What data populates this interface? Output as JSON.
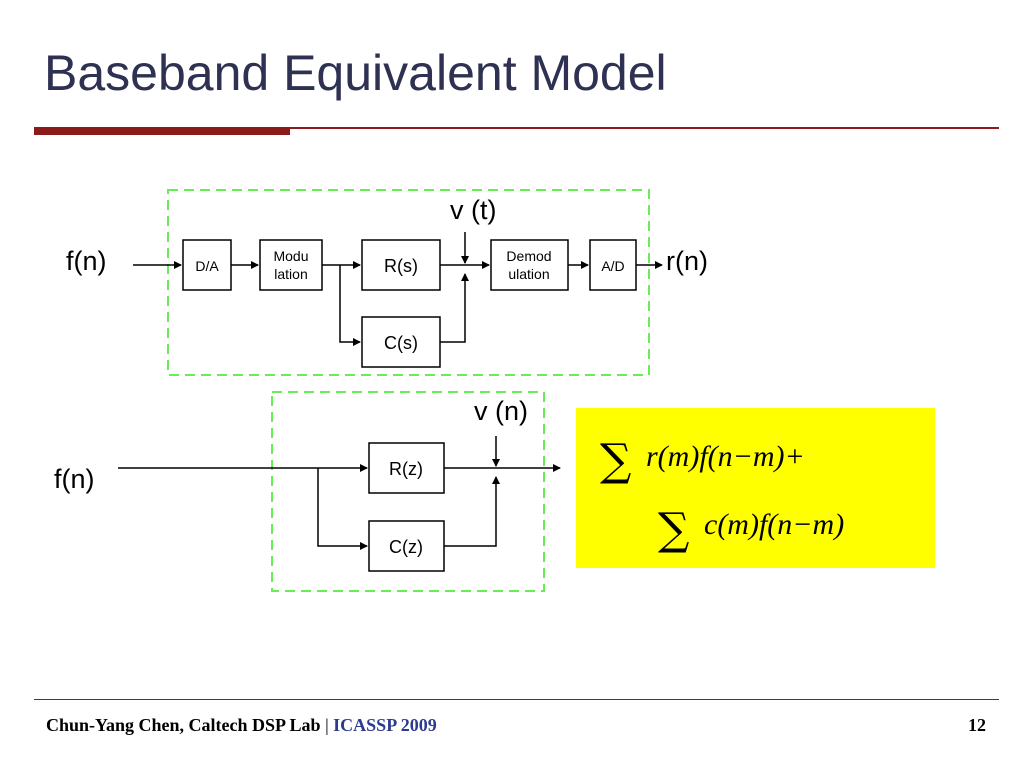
{
  "slide": {
    "title": "Baseband Equivalent Model",
    "footer_author": "Chun-Yang Chen, Caltech DSP Lab",
    "footer_separator": " | ",
    "footer_conference": "ICASSP 2009",
    "page_number": "12"
  },
  "diagram_top": {
    "input": "f(n)",
    "output": "r(n)",
    "noise": "v (t)",
    "blocks": {
      "da": "D/A",
      "mod_1": "Modu",
      "mod_2": "lation",
      "rs": "R(s)",
      "cs": "C(s)",
      "demod_1": "Demod",
      "demod_2": "ulation",
      "ad": "A/D"
    }
  },
  "diagram_bottom": {
    "input": "f(n)",
    "noise": "v (n)",
    "blocks": {
      "rz": "R(z)",
      "cz": "C(z)"
    }
  },
  "formula": {
    "sum_symbol": "∑",
    "line1": "r(m)f(n−m)+",
    "line2": "c(m)f(n−m)"
  },
  "colors": {
    "title": "#2e3151",
    "rule": "#8b1a1a",
    "dashed_box": "#66ee55",
    "formula_bg": "#ffff00",
    "conference": "#2e3b8c"
  }
}
